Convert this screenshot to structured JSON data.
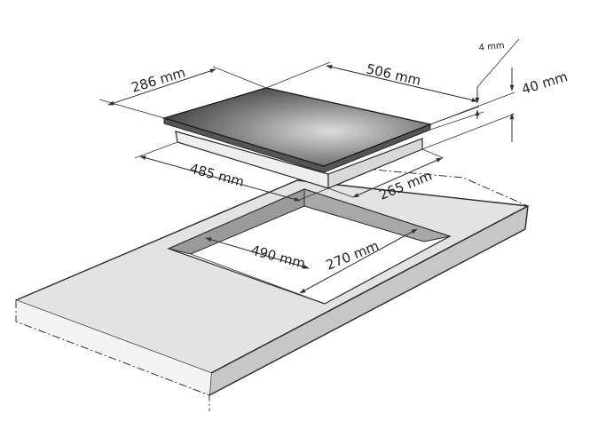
{
  "diagram": {
    "labels": {
      "hob_depth": "286 mm",
      "hob_width": "506 mm",
      "glass_thickness": "4 mm",
      "hob_height": "40 mm",
      "body_width": "485 mm",
      "body_depth": "265 mm",
      "cutout_width": "490 mm",
      "cutout_depth": "270 mm"
    },
    "colors": {
      "glass_dark": "#2e2e2e",
      "glass_light": "#d9d9d9",
      "worktop_top": "#e3e3e3",
      "worktop_front": "#c9c9c9",
      "hob_body": "#eeeeee",
      "cutout_wall": "#9a9a9a",
      "line": "#333333"
    }
  }
}
